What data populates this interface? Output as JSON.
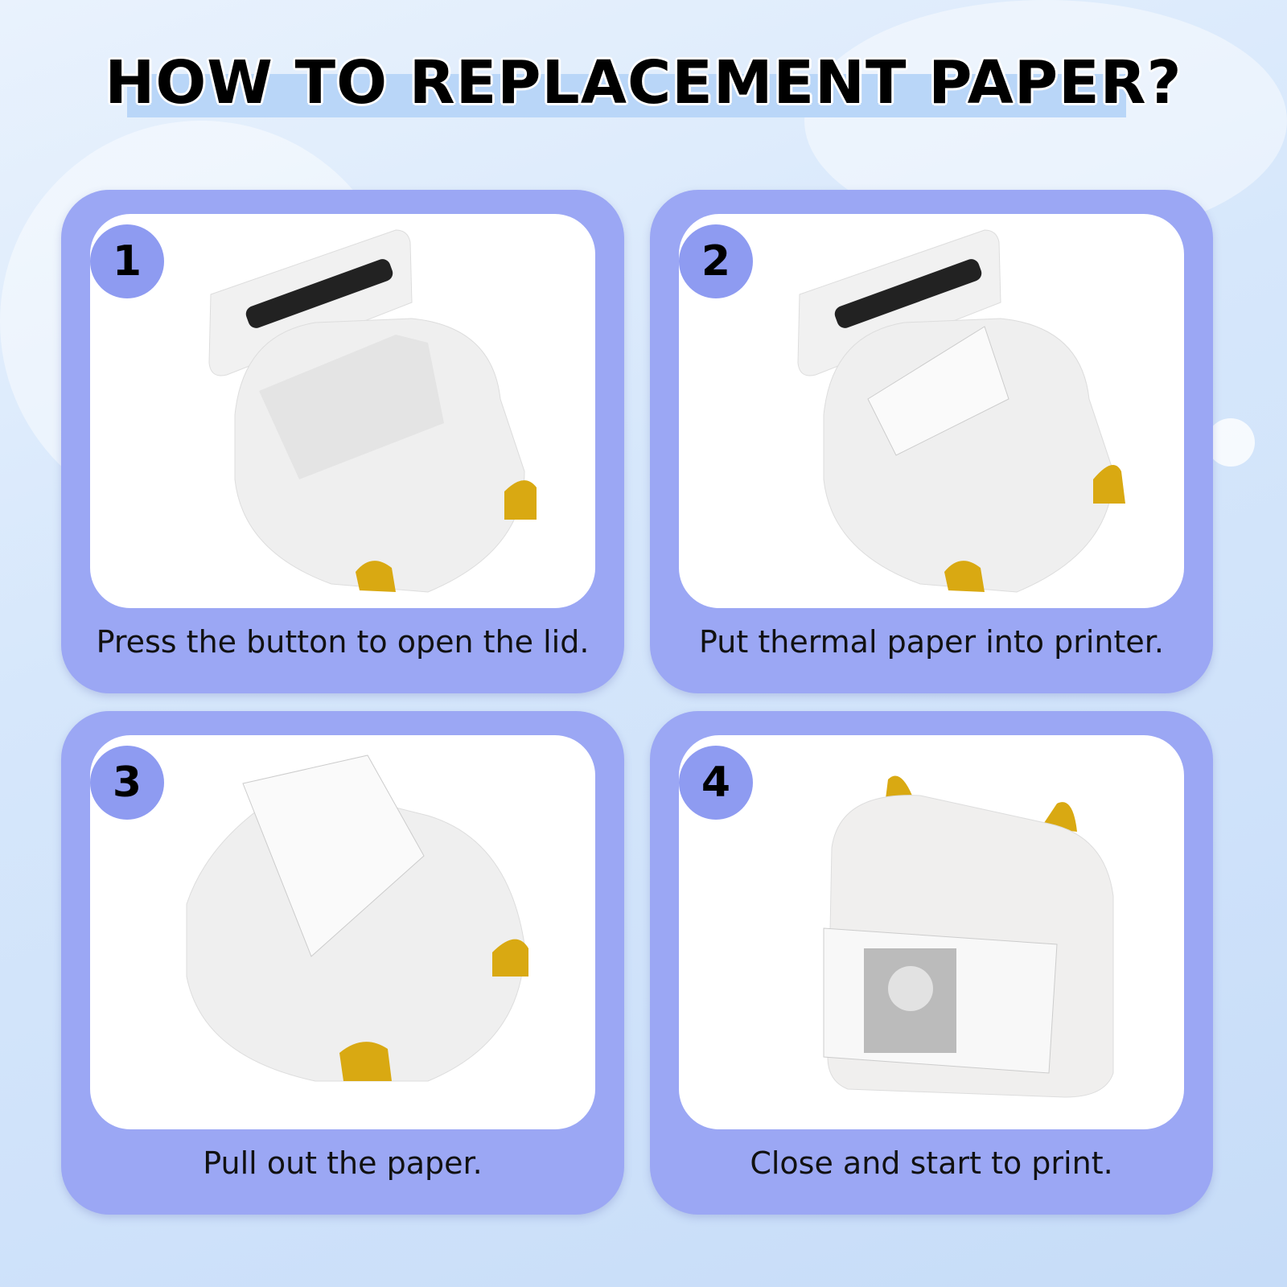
{
  "title": "HOW TO REPLACEMENT PAPER?",
  "steps": [
    {
      "number": "1",
      "caption": "Press the button to open the lid."
    },
    {
      "number": "2",
      "caption": "Put thermal paper into printer."
    },
    {
      "number": "3",
      "caption": "Pull out the paper."
    },
    {
      "number": "4",
      "caption": "Close and start to print."
    }
  ],
  "colors": {
    "card": "#9ba7f4",
    "badge": "#8e9bf1",
    "title_highlight": "#b9d6f8",
    "ears": "#d9a912"
  }
}
